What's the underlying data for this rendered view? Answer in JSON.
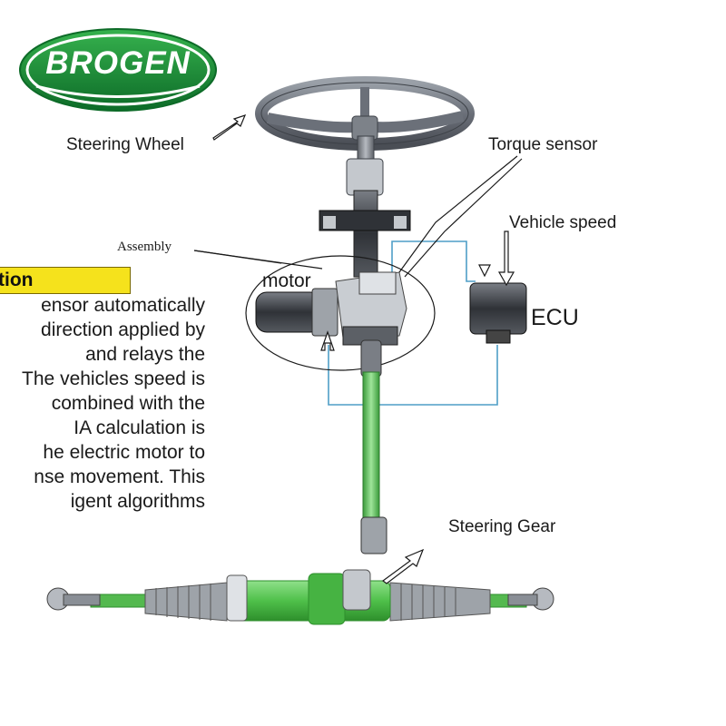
{
  "logo": {
    "text": "BROGEN",
    "colors": {
      "green": "#1f9a3a",
      "dark_green": "#0d6b28",
      "white": "#ffffff"
    }
  },
  "labels": {
    "steering_wheel": "Steering Wheel",
    "torque_sensor": "Torque sensor",
    "vehicle_speed": "Vehicle speed",
    "ecu": "ECU",
    "assembly": "Assembly",
    "motor": "motor",
    "steering_gear": "Steering Gear"
  },
  "section": {
    "title": "tion",
    "badge_color": "#f5e21c",
    "description_lines": [
      "ensor automatically",
      "direction applied by",
      "and relays the",
      "The vehicles speed is",
      "combined with the",
      "IA calculation is",
      "he electric motor to",
      "nse movement. This",
      "igent algorithms"
    ]
  },
  "colors": {
    "signal_wire": "#4f9ec7",
    "shaft_green": "#5ec45a",
    "rack_green": "#4fc04a",
    "steel": "#8a8f96",
    "wheel": "#6b7079"
  }
}
